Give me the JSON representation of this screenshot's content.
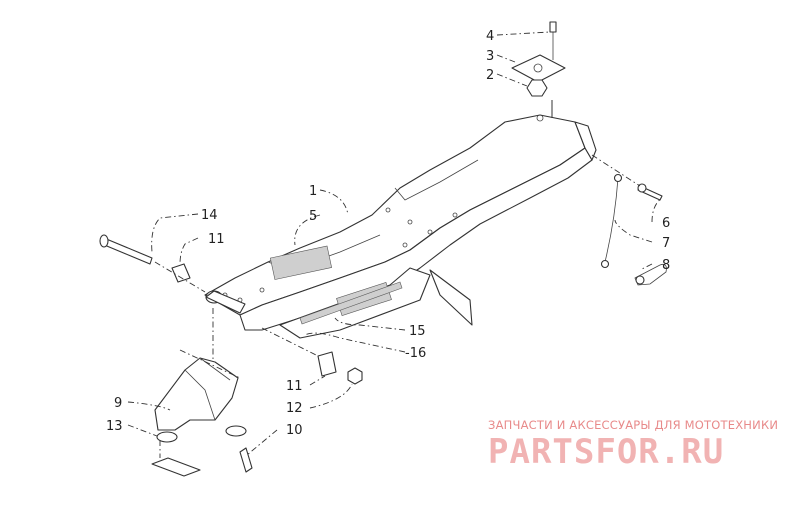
{
  "diagram": {
    "callouts": [
      {
        "id": "c4",
        "text": "4"
      },
      {
        "id": "c3",
        "text": "3"
      },
      {
        "id": "c2",
        "text": "2"
      },
      {
        "id": "c1",
        "text": "1"
      },
      {
        "id": "c5",
        "text": "5"
      },
      {
        "id": "c14",
        "text": "14"
      },
      {
        "id": "c11a",
        "text": "11"
      },
      {
        "id": "c6",
        "text": "6"
      },
      {
        "id": "c7",
        "text": "7"
      },
      {
        "id": "c8",
        "text": "8"
      },
      {
        "id": "c15",
        "text": "15"
      },
      {
        "id": "c16",
        "text": "-16"
      },
      {
        "id": "c11b",
        "text": "11"
      },
      {
        "id": "c12",
        "text": "12"
      },
      {
        "id": "c9",
        "text": "9"
      },
      {
        "id": "c13",
        "text": "13"
      },
      {
        "id": "c10",
        "text": "10"
      }
    ]
  },
  "watermark": {
    "tagline": "ЗАПЧАСТИ И АКСЕССУАРЫ ДЛЯ МОТОТЕХНИКИ",
    "logo": "PARTSFOR.RU",
    "color": "#e88a8a"
  }
}
